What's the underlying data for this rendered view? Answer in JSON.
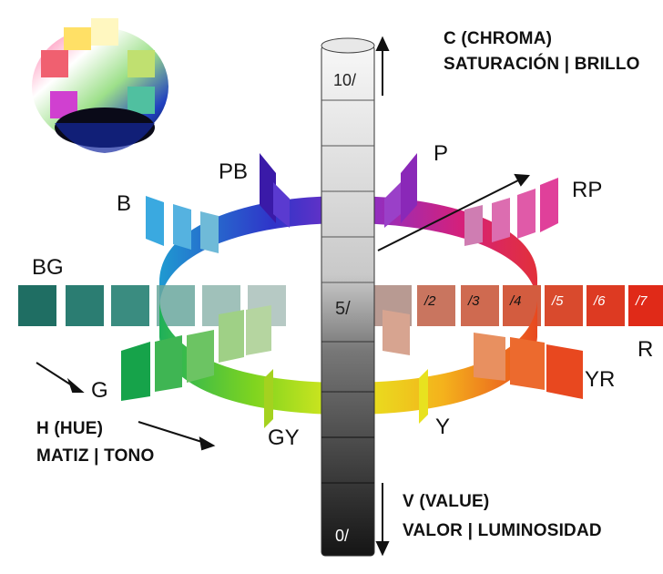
{
  "hue_labels": {
    "pb": "PB",
    "p": "P",
    "rp": "RP",
    "b": "B",
    "bg": "BG",
    "g": "G",
    "gy": "GY",
    "y": "Y",
    "yr": "YR",
    "r": "R"
  },
  "axis_labels": {
    "chroma_title": "C (CHROMA)",
    "chroma_subtitle": "SATURACIÓN | BRILLO",
    "hue_title": "H (HUE)",
    "hue_subtitle": "MATIZ | TONO",
    "value_title": "V (VALUE)",
    "value_subtitle": "VALOR | LUMINOSIDAD"
  },
  "value_scale": {
    "top": "10/",
    "middle": "5/",
    "bottom": "0/"
  },
  "chroma_steps": [
    "/2",
    "/3",
    "/4",
    "/5",
    "/6",
    "/7"
  ],
  "colors": {
    "bg_row": [
      "#1f6e63",
      "#2b7d72",
      "#3a8c80"
    ],
    "red_row": [
      "#c9755f",
      "#cf6a50",
      "#d35c3f",
      "#d94a2d",
      "#dd3a22",
      "#e02a18"
    ],
    "ring_gradient": [
      "#2f2cc9",
      "#8a2fc7",
      "#d8206b",
      "#e84c1f",
      "#f2a51c",
      "#e9e41f",
      "#7ad21f",
      "#1eb04b",
      "#1fa98f",
      "#1f8ed1"
    ]
  }
}
